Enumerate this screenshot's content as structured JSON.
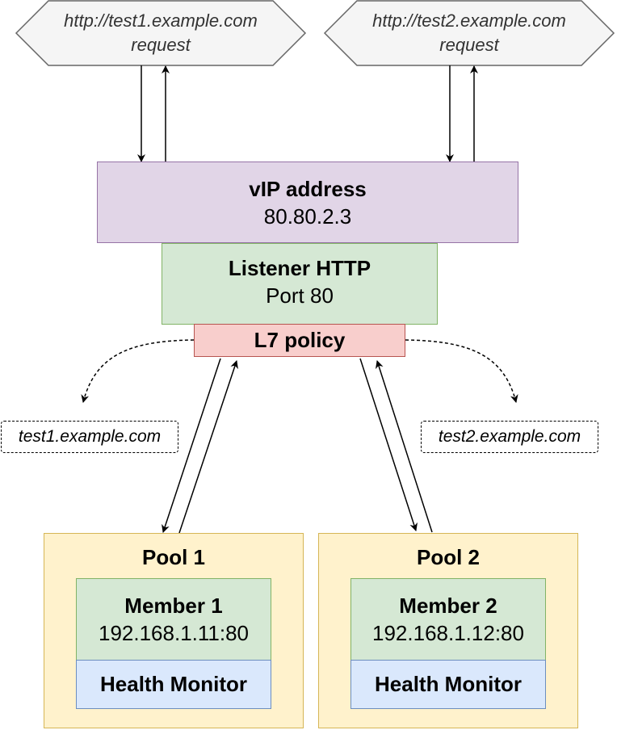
{
  "requests": [
    {
      "url": "http://test1.example.com",
      "label": "request"
    },
    {
      "url": "http://test2.example.com",
      "label": "request"
    }
  ],
  "vip": {
    "title": "vIP address",
    "value": "80.80.2.3"
  },
  "listener": {
    "title": "Listener HTTP",
    "value": "Port 80"
  },
  "policy": {
    "title": "L7 policy"
  },
  "rules": [
    "test1.example.com",
    "test2.example.com"
  ],
  "pools": [
    {
      "title": "Pool 1",
      "member": "Member 1",
      "address": "192.168.1.11:80",
      "monitor": "Health Monitor"
    },
    {
      "title": "Pool 2",
      "member": "Member 2",
      "address": "192.168.1.12:80",
      "monitor": "Health Monitor"
    }
  ],
  "colors": {
    "hex_fill": "#f5f5f5",
    "hex_stroke": "#666666",
    "vip_fill": "#e1d5e7",
    "vip_stroke": "#9673a6",
    "green_fill": "#d5e8d4",
    "green_stroke": "#82b366",
    "red_fill": "#f8cecc",
    "red_stroke": "#b85450",
    "pool_fill": "#fff2cc",
    "pool_stroke": "#d6b656",
    "blue_fill": "#dae8fc",
    "blue_stroke": "#6c8ebf"
  }
}
